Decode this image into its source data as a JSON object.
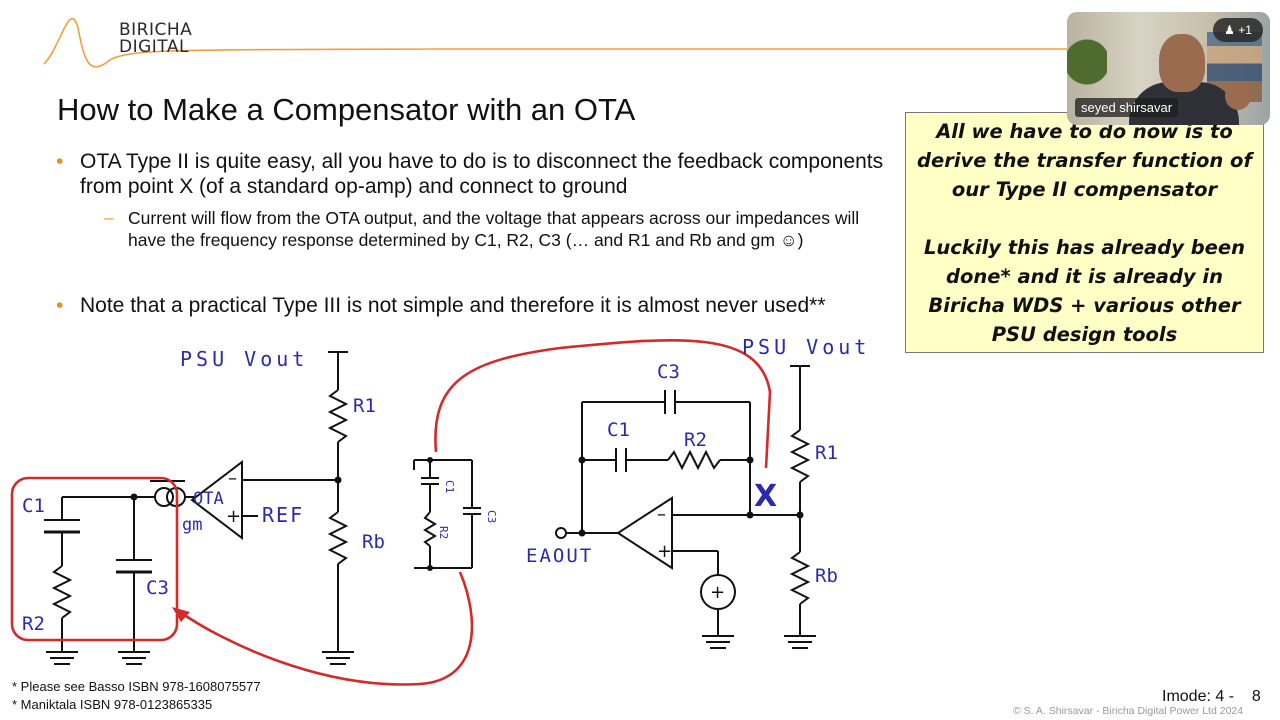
{
  "logo": {
    "line1": "BIRICHA",
    "line2": "DIGITAL"
  },
  "slide": {
    "title": "How to Make a Compensator with an OTA",
    "bullet1": "OTA Type II is quite easy, all you have to do is to disconnect the feedback components from point X (of a standard op-amp) and connect to ground",
    "sub_bullet": "Current will flow from the OTA output, and the voltage that appears across our impedances will have the frequency response determined by C1, R2, C3 (… and R1 and Rb and gm ☺)",
    "bullet2": "Note that a practical Type III is not simple and therefore it is almost never used**",
    "bullet_marker": "•",
    "sub_marker": "–"
  },
  "callout": {
    "para1": "All we have to do now is to derive the transfer function of our Type II compensator",
    "para2": "Luckily this has already been done* and it is already in Biricha WDS + various other PSU design tools"
  },
  "circuit_left": {
    "psu_vout": "PSU Vout",
    "r1": "R1",
    "rb": "Rb",
    "ota": "OTA",
    "gm": "gm",
    "ref": "REF",
    "c1": "C1",
    "r2": "R2",
    "c3": "C3",
    "minus": "–",
    "plus": "+"
  },
  "circuit_mid": {
    "c1": "C1",
    "r2": "R2",
    "c3": "C3"
  },
  "circuit_right": {
    "psu_vout": "PSU Vout",
    "c3": "C3",
    "c1": "C1",
    "r2": "R2",
    "r1": "R1",
    "rb": "Rb",
    "eaout": "EAOUT",
    "x_mark": "X",
    "minus": "–",
    "plus": "+"
  },
  "footnotes": {
    "line1": "* Please see Basso ISBN 978-1608075577",
    "line2": "* Maniktala  ISBN 978-0123865335"
  },
  "page_info": "Imode: 4 -    8",
  "copyright": "© S. A. Shirsavar - Biricha Digital Power Ltd 2024",
  "video": {
    "participant_name": "seyed shirsavar",
    "participant_count": "+1"
  },
  "colors": {
    "bullet_accent": "#e8912b",
    "circuit_blue": "#2a2ab0",
    "highlight_red": "#d42a2a",
    "callout_bg": "#ffffc6",
    "logo_orange": "#f0a040"
  }
}
